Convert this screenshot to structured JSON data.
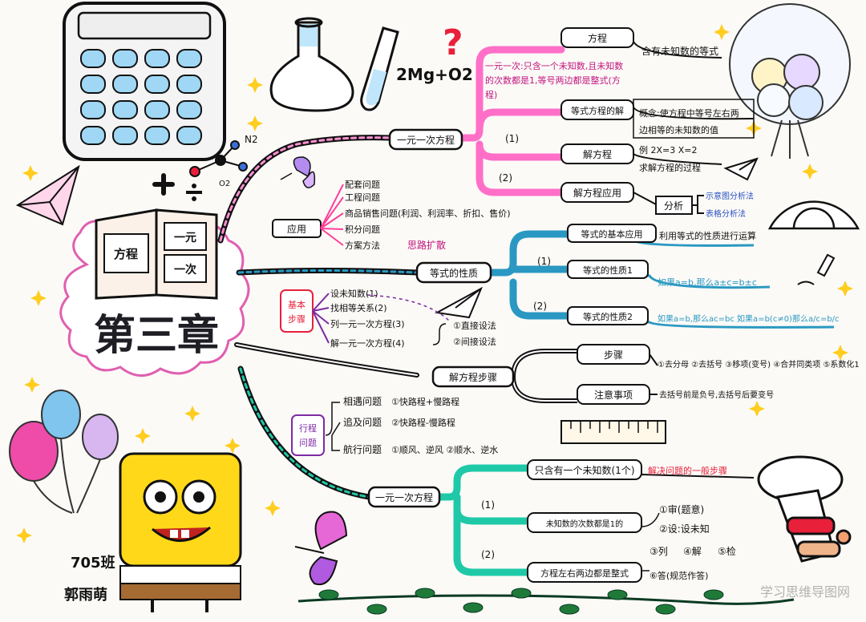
{
  "center": {
    "title": "第三章",
    "book_left": "方程",
    "book_right_top": "一元",
    "book_right_bottom": "一次"
  },
  "decor": {
    "formula": "2Mg+O2",
    "n2": "N2",
    "o2": "O2",
    "question": "?"
  },
  "branch1": {
    "label": "一元一次方程",
    "idx1": "(1)",
    "idx2": "(2)",
    "definition": "一元一次:只含一个未知数,且未知数的次数都是1,等号两边都是整式(方程)",
    "nodes": {
      "equation": "方程",
      "equation_desc": "含有未知数的等式",
      "solution": "等式方程的解",
      "solution_desc_1": "概念:使方程中等号左右两",
      "solution_desc_2": "边相等的未知数的值",
      "solve": "解方程",
      "solve_desc_1": "例 2X=3  X=2",
      "solve_desc_2": "求解方程的过程",
      "apply": "解方程应用"
    },
    "analysis": {
      "label": "分析",
      "item1": "示意图分析法",
      "item2": "表格分析法"
    }
  },
  "application": {
    "label": "应用",
    "items": [
      "配套问题",
      "工程问题",
      "商品销售问题(利润、利润率、折扣、售价)",
      "积分问题",
      "方案方法"
    ],
    "note": "思路扩散"
  },
  "branch2": {
    "label": "等式的性质",
    "idx1": "(1)",
    "idx2": "(2)",
    "nodes": {
      "basic": "等式的基本应用",
      "basic_desc": "利用等式的性质进行运算",
      "prop1": "等式的性质1",
      "prop1_desc": "如果a=b,那么a±c=b±c",
      "prop2": "等式的性质2",
      "prop2_desc": "如果a=b,那么ac=bc 如果a=b(c≠0)那么a/c=b/c"
    }
  },
  "steps": {
    "label": "基本步骤",
    "items": [
      "设未知数(1)",
      "找相等关系(2)",
      "列一元一次方程(3)",
      "解一元一次方程(4)"
    ],
    "methods": [
      "①直接设法",
      "②间接设法"
    ]
  },
  "branch3": {
    "label": "解方程步骤",
    "nodes": {
      "steps": "步骤",
      "steps_desc": "①去分母 ②去括号 ③移项(变号) ④合并同类项 ⑤系数化1",
      "notes": "注意事项",
      "notes_desc": "去括号前是负号,去括号后要变号"
    }
  },
  "travel": {
    "label": "行程问题",
    "rows": [
      {
        "name": "相遇问题",
        "formula": "①快路程+慢路程"
      },
      {
        "name": "追及问题",
        "formula": "②快路程-慢路程"
      },
      {
        "name": "航行问题",
        "formula": "①顺风、逆风 ②顺水、逆水"
      }
    ]
  },
  "branch4": {
    "label": "一元一次方程",
    "idx1": "(1)",
    "idx2": "(2)",
    "nodes": {
      "only_one": "只含有一个未知数(1个)",
      "only_one_desc": "解决问题的一般步骤",
      "degree": "未知数的次数都是1的",
      "both_sides": "方程左右两边都是整式"
    },
    "procedure": {
      "p1": "①审(题意)",
      "p2": "②设:设未知",
      "p3": "③列",
      "p4": "④解",
      "p5": "⑤检",
      "p6": "⑥答(规范作答)"
    }
  },
  "author": {
    "class": "705班",
    "name": "郭雨萌"
  },
  "watermark": "学习思维导图网",
  "colors": {
    "pink": "#ff6fc8",
    "teal": "#2a98c2",
    "green": "#1fc9a8",
    "ink": "#1e1e24",
    "red": "#e8203a",
    "purple": "#7d2aa5"
  },
  "icons": [
    "calculator-icon",
    "flask-icon",
    "test-tube-icon",
    "molecule-icon",
    "plus-icon",
    "divide-icon",
    "paper-plane-icon",
    "butterfly-icon",
    "balloon-icon",
    "protractor-icon",
    "pencil-icon",
    "ruler-icon",
    "trumpet-icon",
    "sponge-character-icon",
    "vine-icon",
    "sparkle-icon"
  ]
}
